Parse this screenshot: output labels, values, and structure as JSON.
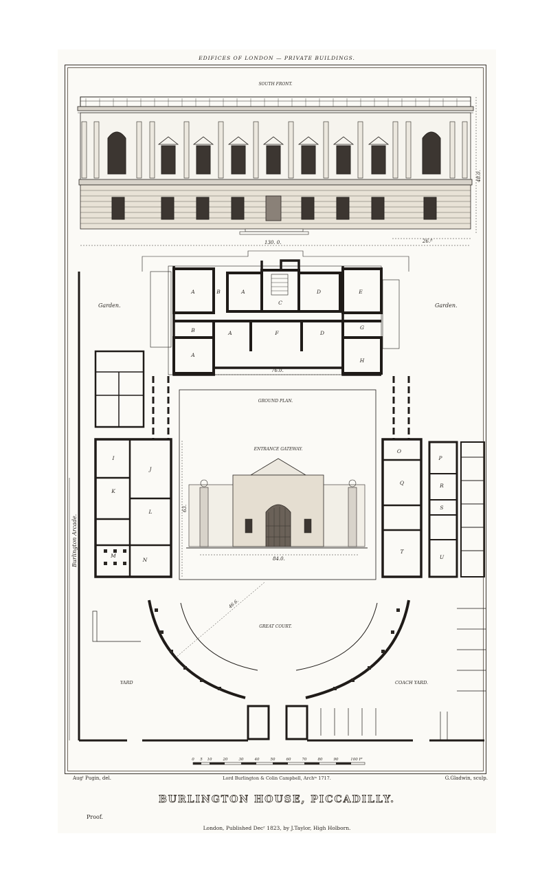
{
  "print": {
    "header": "EDIFICES OF LONDON — PRIVATE BUILDINGS.",
    "credit_left": "Augᵗ Pugin, del.",
    "credit_center": "Lord Burlington & Colin Campbell, Archᵗˢ 1717.",
    "credit_right": "G.Gladwin, sculp.",
    "title": "BURLINGTON HOUSE, PICCADILLY.",
    "proof": "Proof.",
    "imprint": "London, Published Decʳ 1823, by J.Taylor, High Holborn."
  },
  "elevation": {
    "label": "SOUTH FRONT.",
    "dim_height": "48.0.",
    "dim_width": "130. 0.",
    "dim_part": "26.ᶠᵗ"
  },
  "plan": {
    "label_ground": "GROUND PLAN.",
    "garden_left": "Garden.",
    "garden_right": "Garden.",
    "dim_76": "76.0.",
    "dim_63": "63.",
    "dim_84": "84.0.",
    "dim_46": "46.6.",
    "entrance_label": "ENTRANCE GATEWAY.",
    "great_court": "GREAT COURT.",
    "yard": "YARD",
    "coach_yard": "COACH YARD.",
    "arcade": "Burlington Arcade.",
    "rooms": [
      "A",
      "B",
      "A",
      "C",
      "D",
      "E",
      "B",
      "A",
      "F",
      "D",
      "G",
      "A",
      "H",
      "I",
      "J",
      "K",
      "L",
      "M",
      "N",
      "O",
      "P",
      "Q",
      "R",
      "S",
      "T",
      "U"
    ],
    "scale_ticks": [
      "0",
      "5",
      "10",
      "20",
      "30",
      "40",
      "50",
      "60",
      "70",
      "80",
      "90",
      "100 Fᵗ"
    ]
  }
}
